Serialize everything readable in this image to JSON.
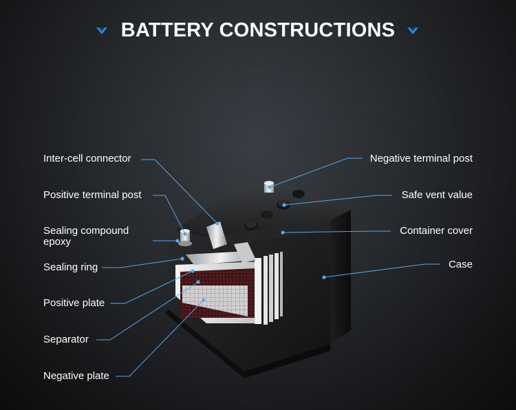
{
  "title": "BATTERY CONSTRUCTIONS",
  "icons": {
    "title_left": "chevron-down-icon",
    "title_right": "chevron-down-icon"
  },
  "colors": {
    "leader_line": "#5aa6e6",
    "accent": "#3a8ee0",
    "text": "#ffffff"
  },
  "labels": {
    "inter_cell_connector": "Inter-cell connector",
    "positive_terminal_post": "Positive terminal post",
    "sealing_compound_epoxy_line1": "Sealing compound",
    "sealing_compound_epoxy_line2": "epoxy",
    "sealing_ring": "Sealing ring",
    "positive_plate": "Positive plate",
    "separator": "Separator",
    "negative_plate": "Negative plate",
    "negative_terminal_post": "Negative terminal post",
    "safe_vent_value": "Safe vent value",
    "container_cover": "Container cover",
    "case": "Case"
  }
}
